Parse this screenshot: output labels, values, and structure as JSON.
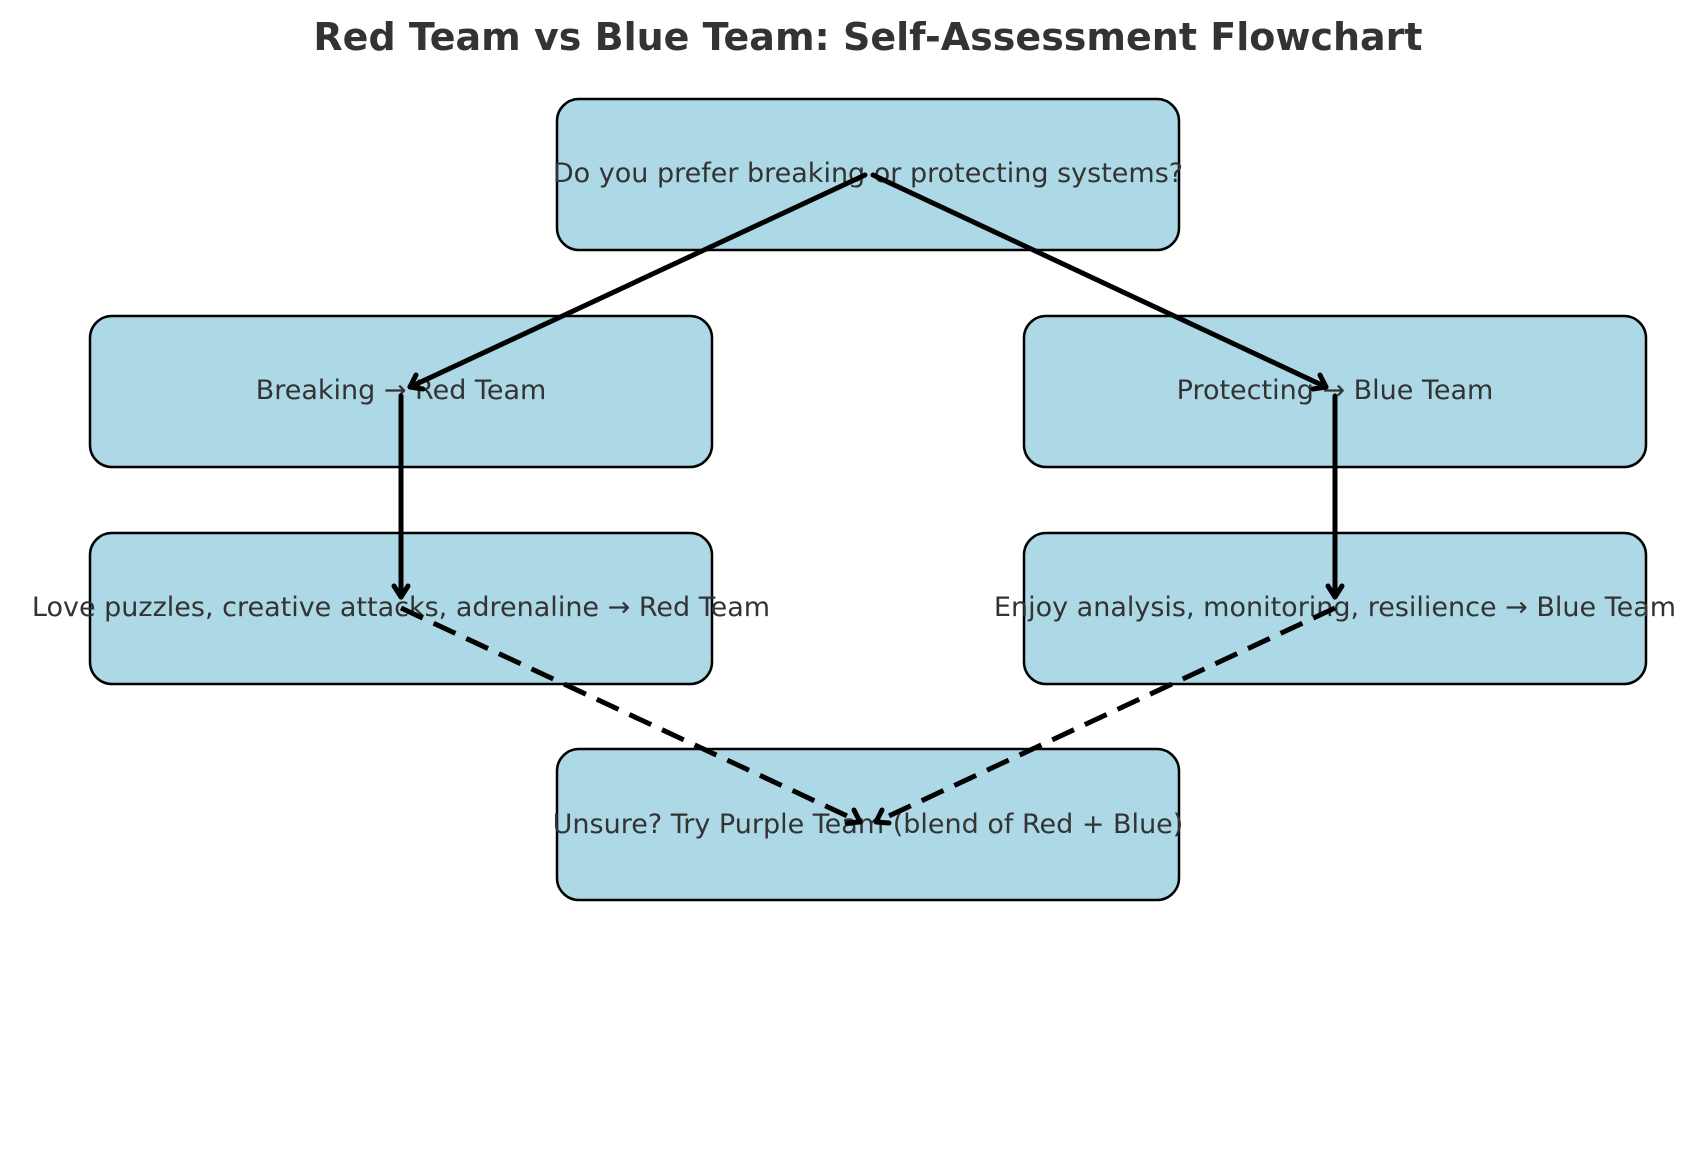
{
  "title": "Red Team vs Blue Team: Self-Assessment Flowchart",
  "colors": {
    "node_fill": "#add8e6",
    "node_border": "#000000",
    "text": "#333333",
    "edge": "#000000"
  },
  "nodes": {
    "question": {
      "label": "Do you prefer breaking or protecting systems?"
    },
    "breaking": {
      "label": "Breaking → Red Team"
    },
    "protecting": {
      "label": "Protecting → Blue Team"
    },
    "red_detail": {
      "label": "Love puzzles, creative attacks, adrenaline → Red Team"
    },
    "blue_detail": {
      "label": "Enjoy analysis, monitoring, resilience → Blue Team"
    },
    "purple": {
      "label": "Unsure? Try Purple Team (blend of Red + Blue)"
    }
  },
  "edges": [
    {
      "from": "question",
      "to": "breaking",
      "style": "solid"
    },
    {
      "from": "question",
      "to": "protecting",
      "style": "solid"
    },
    {
      "from": "breaking",
      "to": "red_detail",
      "style": "solid"
    },
    {
      "from": "protecting",
      "to": "blue_detail",
      "style": "solid"
    },
    {
      "from": "red_detail",
      "to": "purple",
      "style": "dashed"
    },
    {
      "from": "blue_detail",
      "to": "purple",
      "style": "dashed"
    }
  ]
}
